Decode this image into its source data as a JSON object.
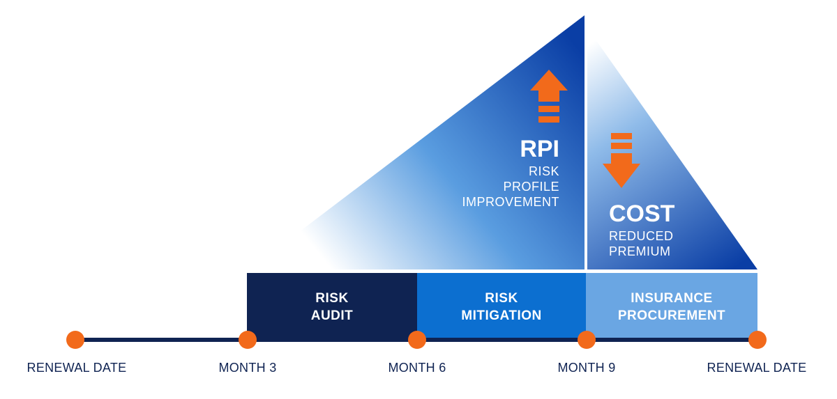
{
  "rpi": {
    "heading": "RPI",
    "lines": [
      "RISK",
      "PROFILE",
      "IMPROVEMENT"
    ]
  },
  "cost": {
    "heading": "COST",
    "lines": [
      "REDUCED",
      "PREMIUM"
    ]
  },
  "phases": [
    {
      "lines": [
        "RISK",
        "AUDIT"
      ],
      "color": "#0f2352"
    },
    {
      "lines": [
        "RISK",
        "MITIGATION"
      ],
      "color": "#0c6fd0"
    },
    {
      "lines": [
        "INSURANCE",
        "PROCUREMENT"
      ],
      "color": "#6aa6e3"
    }
  ],
  "milestones": [
    "RENEWAL DATE",
    "MONTH 3",
    "MONTH 6",
    "MONTH 9",
    "RENEWAL DATE"
  ],
  "colors": {
    "accent_orange": "#f26a1b",
    "timeline_navy": "#0f2352",
    "blue_dark": "#0a3ea5",
    "blue_light": "#a9cdf0"
  },
  "icons": {
    "rpi_arrow": "arrow-up-icon",
    "cost_arrow": "arrow-down-icon"
  }
}
